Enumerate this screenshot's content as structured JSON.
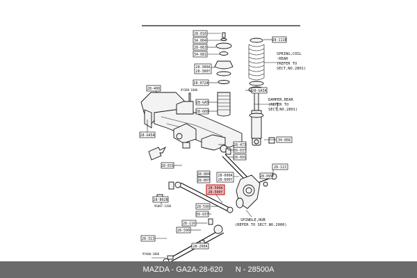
{
  "labels": {
    "l_28016": "28-016",
    "l_34004": "34.004",
    "l_28063": "28-063",
    "l_34081": "34-081",
    "l_28380a": "28-380A",
    "l_28380y": "28-380Y",
    "l_28072a": "28-072A",
    "l_28111b": "28-111B",
    "l_28400": "28-400",
    "l_28ga5": "28-GA5",
    "l_28660": "28-660",
    "l_28ga3a": "28-GA3A",
    "l_28ga5a": "28-GA5A",
    "l_28473": "28-473",
    "l_39037": "39-037",
    "l_28091": "28-091",
    "l_34068": "34-068",
    "l_28831": "28-831",
    "l_28884": "28-884",
    "l_28600a": "28-600A",
    "l_28600y": "28-600Y",
    "l_28b07": "28-B07",
    "l_28113": "28-113",
    "l_28099": "28-099",
    "l_28500a": "28-500A",
    "l_28500y": "28-500Y",
    "l_28b02b": "28-B02B",
    "l_28590": "28-590",
    "l_39037b": "39-037",
    "l_28116": "28-116",
    "l_28590b": "28-590",
    "l_28313": "28-313",
    "l_28200a": "28-200A",
    "l_9y": "9YA00-1088",
    "l_9s": "9S087-1200",
    "l_bolt": "9Y38B-1800"
  },
  "notes": {
    "spring_1": "SPRING,COIL",
    "spring_2": "-REAR",
    "spring_3": "(REFER TO",
    "spring_4": "SECT.NO.2801)",
    "damper_1": "DAMPER,REAR",
    "damper_2": "(REFER TO",
    "damper_3": "SECT.NO.2801)",
    "spindle_1": "SPINDLE,HUB",
    "spindle_2": "(REFER TO SECT.NO.2000)"
  },
  "caption": "MAZDA - GA2A-28-620      N - 28500A",
  "colors": {
    "highlight": "#c01818",
    "highlight_fill": "#f4b7b7",
    "caption_bg": "#6b6b6b"
  },
  "icons": [
    "front-arrow-icon"
  ]
}
